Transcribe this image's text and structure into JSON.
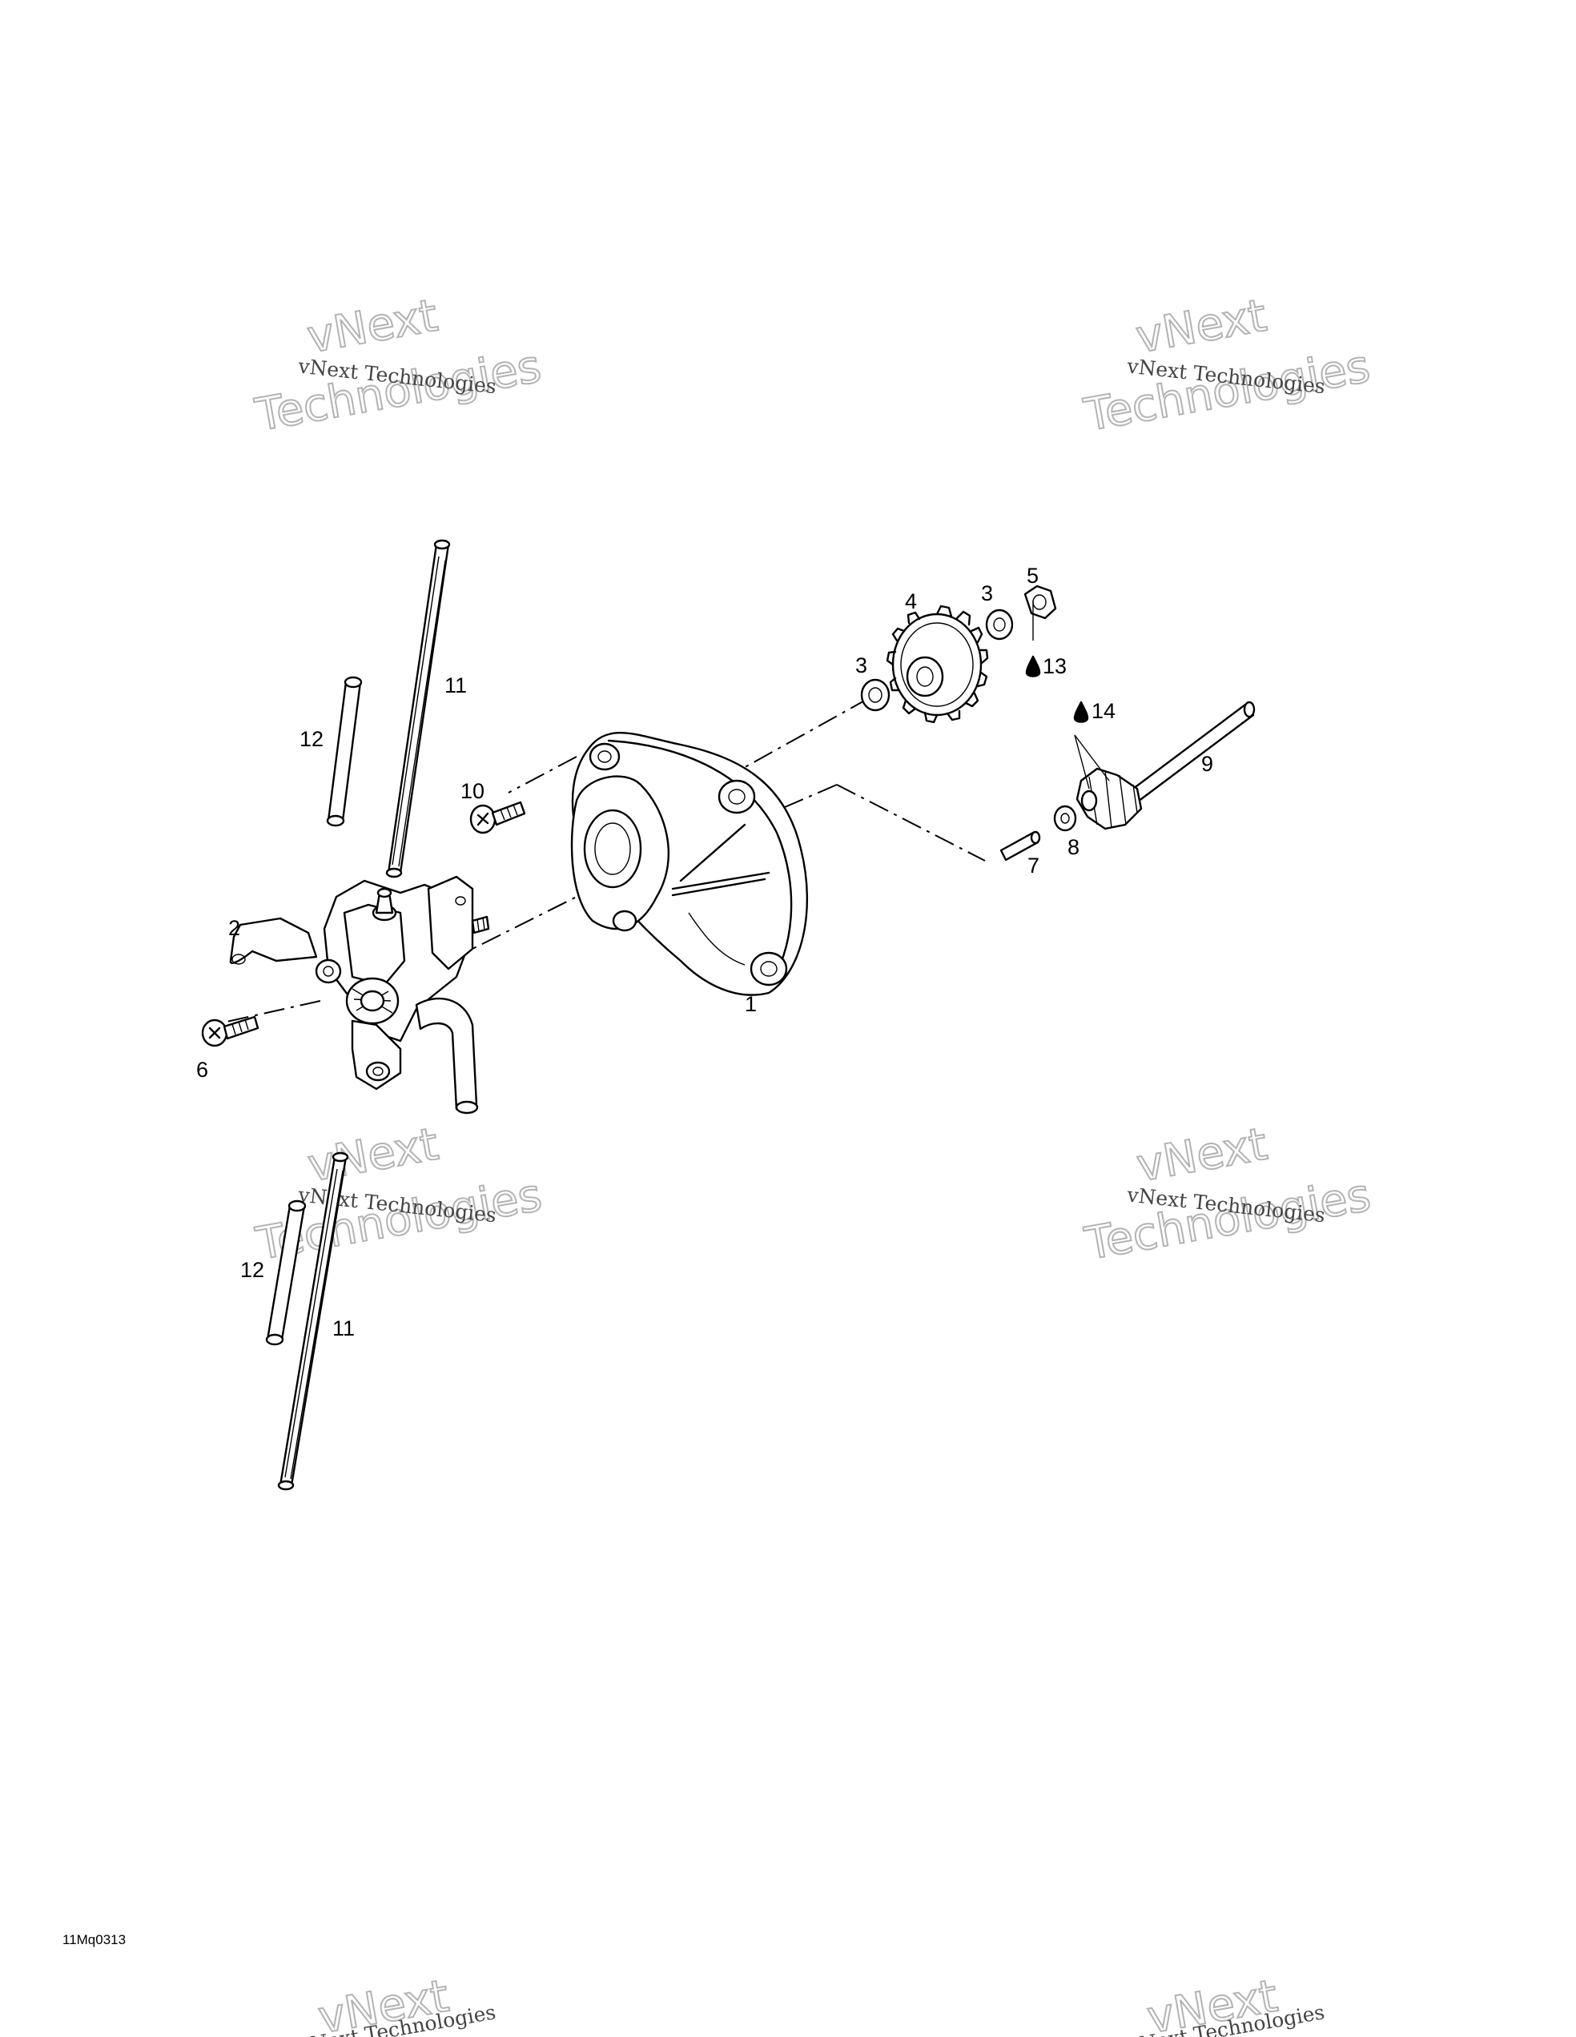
{
  "figure_id": "11Mq0313",
  "watermark": {
    "line1": "vNext",
    "line2": "Technologies",
    "small": "vNext Technologies"
  },
  "callouts": {
    "c1": "1",
    "c2": "2",
    "c3a": "3",
    "c3b": "3",
    "c4": "4",
    "c5": "5",
    "c6": "6",
    "c7": "7",
    "c8": "8",
    "c9": "9",
    "c10": "10",
    "c11a": "11",
    "c11b": "11",
    "c12a": "12",
    "c12b": "12",
    "c13": "13",
    "c14": "14"
  }
}
